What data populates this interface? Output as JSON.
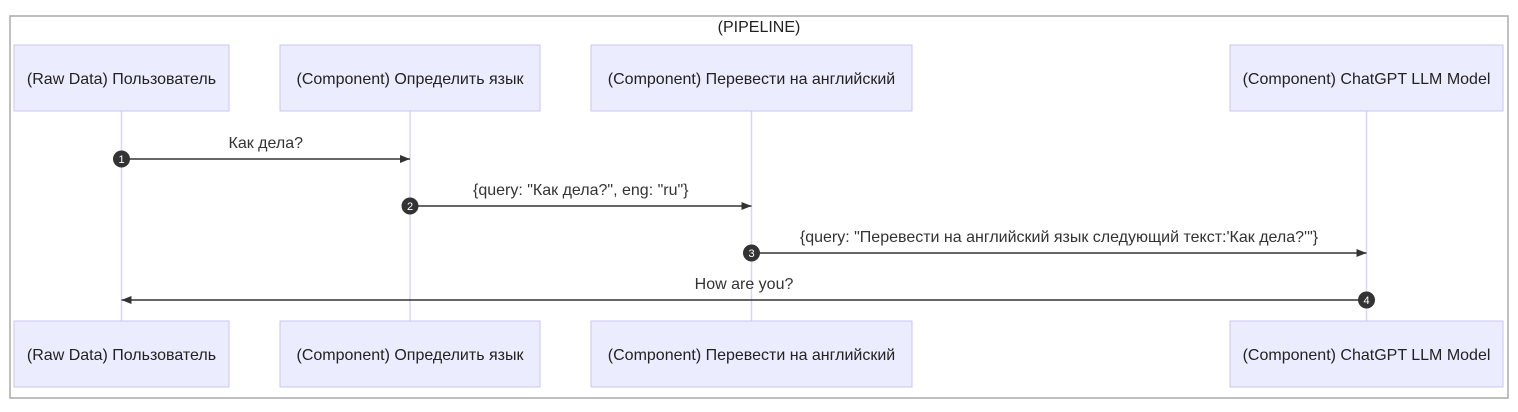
{
  "diagram": {
    "group_title": "(PIPELINE)",
    "actors": [
      {
        "label": "(Raw Data) Пользователь"
      },
      {
        "label": "(Component) Определить язык"
      },
      {
        "label": "(Component) Перевести на английский"
      },
      {
        "label": "(Component) ChatGPT LLM Model"
      }
    ],
    "messages": [
      {
        "number": "1",
        "from": 0,
        "to": 1,
        "label": "Как дела?"
      },
      {
        "number": "2",
        "from": 1,
        "to": 2,
        "label": "{query: \"Как дела?\", eng: \"ru\"}"
      },
      {
        "number": "3",
        "from": 2,
        "to": 3,
        "label": "{query: \"Перевести на английский язык следующий текст:'Как дела?'\"}"
      },
      {
        "number": "4",
        "from": 3,
        "to": 0,
        "label": "How are you?"
      }
    ],
    "colors": {
      "actor_fill": "#ECECFF",
      "actor_border": "#C9C6F0",
      "lifeline": "#D9D5F5",
      "group_border": "#AAAAAA",
      "arrow": "#333333",
      "badge": "#333333"
    }
  }
}
